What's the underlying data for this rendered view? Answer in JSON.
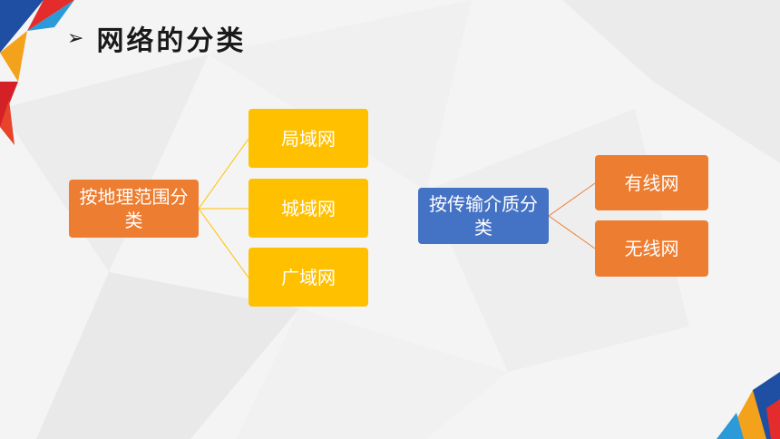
{
  "title": {
    "text": "网络的分类",
    "arrow_icon": "arrow-right-icon"
  },
  "colors": {
    "yellow": "#ffc000",
    "orange": "#ed7d31",
    "blue": "#4472c4",
    "line": "#ffc000",
    "line2": "#ed7d31"
  },
  "groups": [
    {
      "root": "按地理范围分类",
      "children": [
        "局域网",
        "城域网",
        "广域网"
      ]
    },
    {
      "root": "按传输介质分类",
      "children": [
        "有线网",
        "无线网"
      ]
    }
  ]
}
